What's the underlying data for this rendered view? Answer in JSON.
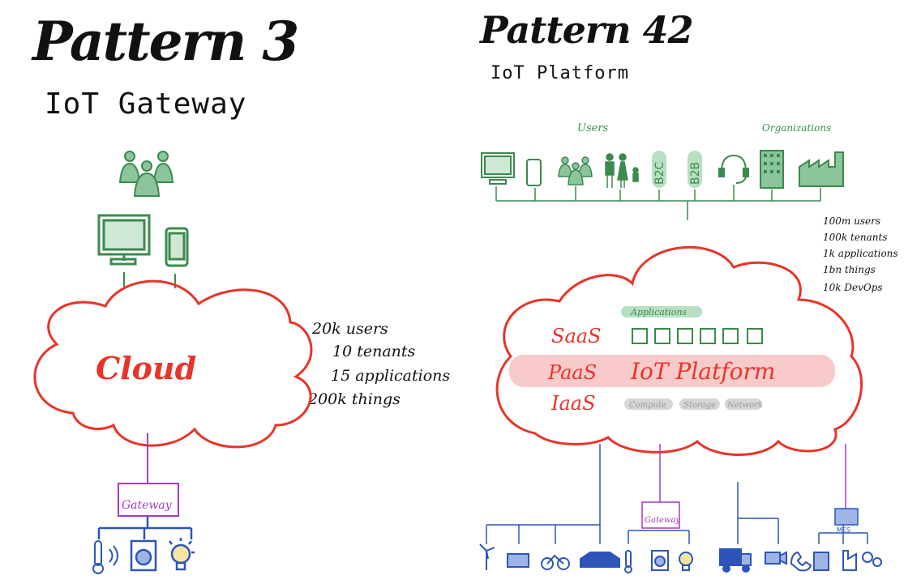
{
  "left": {
    "title": "Pattern 3",
    "subtitle": "IoT Gateway",
    "cloud_label": "Cloud",
    "gateway_label": "Gateway",
    "stats": [
      "20k users",
      "10 tenants",
      "15 applications",
      "200k things"
    ]
  },
  "right": {
    "title": "Pattern 42",
    "subtitle": "IoT Platform",
    "users_label": "Users",
    "organizations_label": "Organizations",
    "b2c_label": "B2C",
    "b2b_label": "B2B",
    "stats": [
      "100m users",
      "100k tenants",
      "1k applications",
      "1bn things",
      "10k DevOps"
    ],
    "applications_label": "Applications",
    "saas_label": "SaaS",
    "paas_label": "PaaS",
    "iaas_label": "IaaS",
    "platform_label": "IoT Platform",
    "iaas_items": [
      "Compute",
      "Storage",
      "Network"
    ],
    "gateway_label": "Gateway",
    "mes_label": "MES"
  },
  "colors": {
    "cloud": "#e8342a",
    "green": "#3b8a4e",
    "blue": "#2d55b8",
    "purple": "#a43bc4",
    "highlight": "#f6b4b4",
    "ink": "#111111"
  }
}
